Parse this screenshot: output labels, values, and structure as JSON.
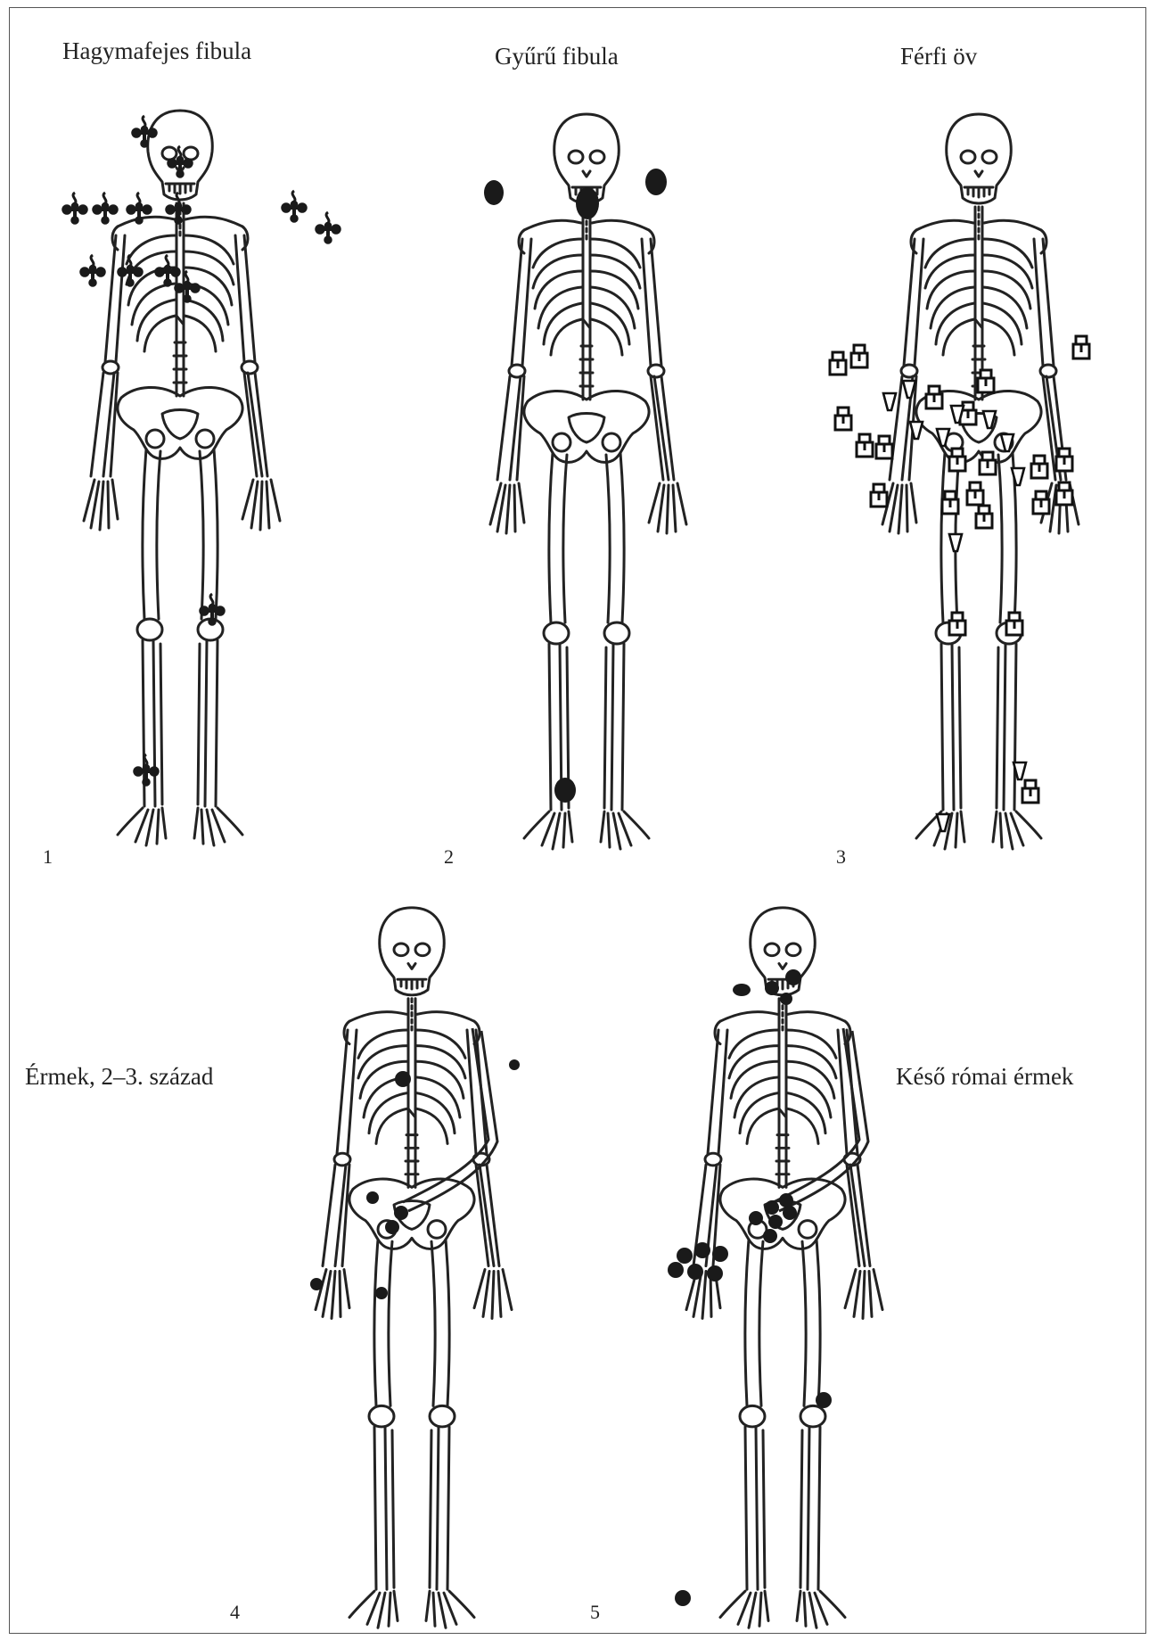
{
  "panels": [
    {
      "number": "1",
      "title": "Hagymafejes fibula",
      "marker": "fibula-symbol"
    },
    {
      "number": "2",
      "title": "Gyűrű fibula",
      "marker": "filled-oval"
    },
    {
      "number": "3",
      "title": "Férfi öv",
      "marker": "buckle-and-strap-end"
    },
    {
      "number": "4",
      "title": "Érmek, 2–3. század",
      "marker": "filled-dot"
    },
    {
      "number": "5",
      "title": "Késő római érmek",
      "marker": "filled-dot"
    }
  ],
  "colors": {
    "line": "#222222",
    "marker": "#1a1a1a",
    "frame": "#555555"
  }
}
